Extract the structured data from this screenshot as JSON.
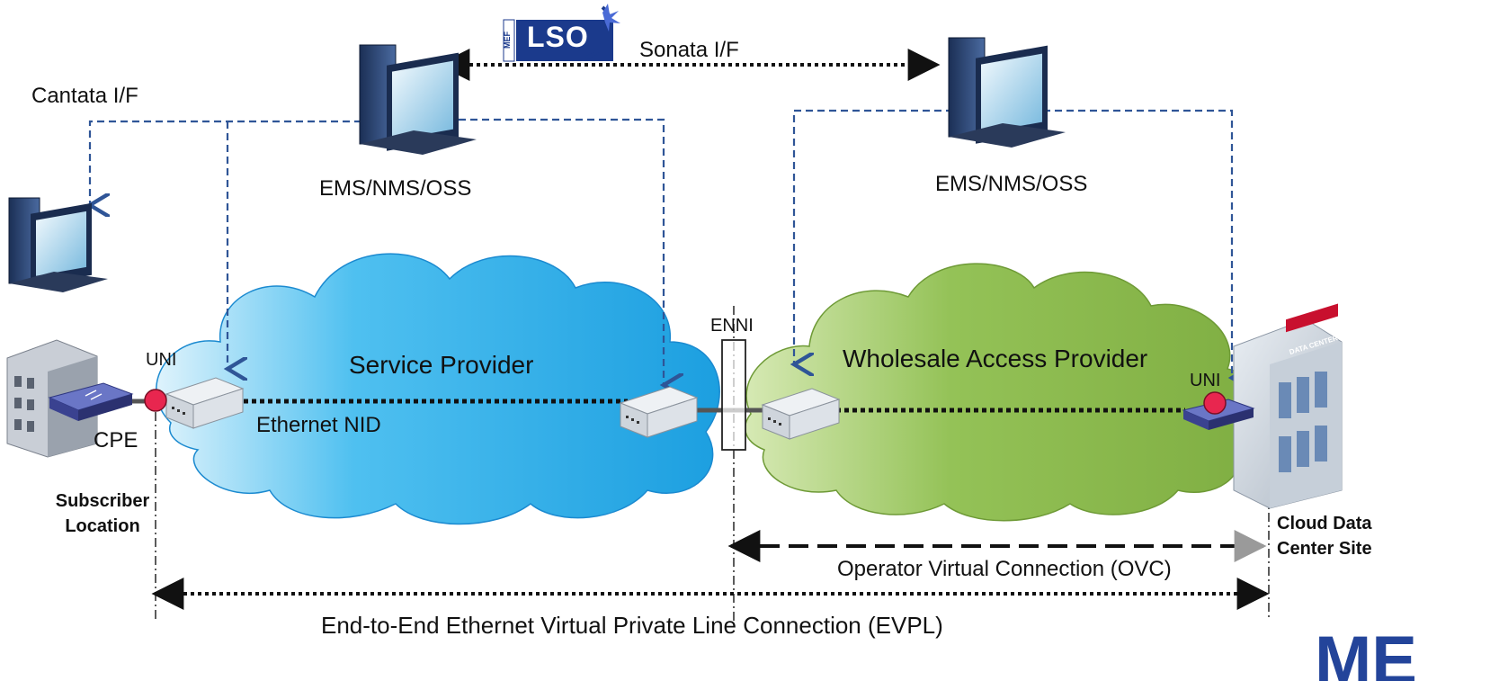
{
  "labels": {
    "sonata": "Sonata I/F",
    "cantata": "Cantata I/F",
    "ems_left": "EMS/NMS/OSS",
    "ems_right": "EMS/NMS/OSS",
    "service_provider": "Service Provider",
    "wholesale_provider": "Wholesale Access Provider",
    "uni_left": "UNI",
    "uni_right": "UNI",
    "enni": "ENNI",
    "ethernet_nid": "Ethernet NID",
    "cpe": "CPE",
    "subscriber_location_line1": "Subscriber",
    "subscriber_location_line2": "Location",
    "cloud_dc_line1": "Cloud Data",
    "cloud_dc_line2": "Center Site",
    "ovc": "Operator Virtual Connection (OVC)",
    "evpl": "End-to-End Ethernet Virtual Private Line Connection (EVPL)",
    "mef_logo_small": "MEF",
    "lso_logo": "LSO",
    "data_center_sign": "DATA CENTER",
    "mef_corner": "ME"
  },
  "colors": {
    "service_cloud": "#29a9e6",
    "wholesale_cloud": "#8dbf4a",
    "mgmt_lines": "#2f5597",
    "uni_dot": "#e8264f",
    "lso_blue": "#1b3a8c"
  },
  "icons": [
    "computer-icon",
    "office-building-icon",
    "cpe-switch-icon",
    "nid-device-icon",
    "data-center-icon",
    "lso-logo-icon"
  ]
}
